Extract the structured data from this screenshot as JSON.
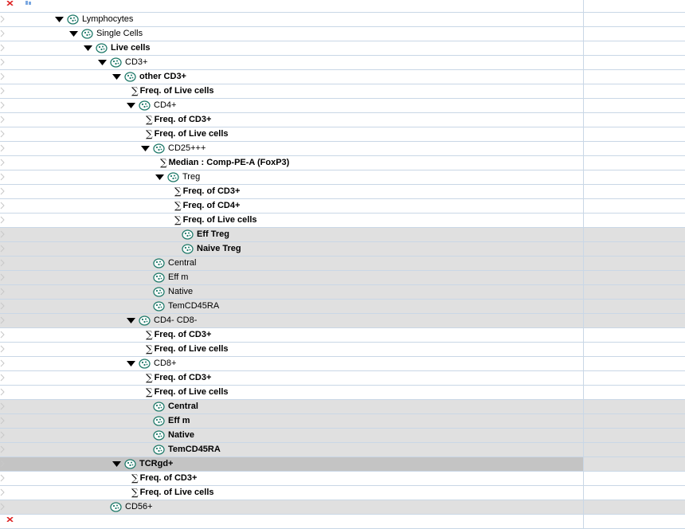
{
  "colors": {
    "row_border": "#c9d7e6",
    "shaded_row": "#e0e0e0",
    "selected_row": "#c4c4c4",
    "gate_icon": "#1f7a6a"
  },
  "tree": {
    "nodes": [
      {
        "label": "Lymphocytes",
        "kind": "gate",
        "depth": 0,
        "expanded": true,
        "bold": false,
        "shaded": false
      },
      {
        "label": "Single Cells",
        "kind": "gate",
        "depth": 1,
        "expanded": true,
        "bold": false,
        "shaded": false
      },
      {
        "label": "Live cells",
        "kind": "gate",
        "depth": 2,
        "expanded": true,
        "bold": true,
        "shaded": false
      },
      {
        "label": "CD3+",
        "kind": "gate",
        "depth": 3,
        "expanded": true,
        "bold": false,
        "shaded": false
      },
      {
        "label": "other CD3+",
        "kind": "gate",
        "depth": 4,
        "expanded": true,
        "bold": true,
        "shaded": false
      },
      {
        "label": "Freq. of Live cells",
        "kind": "stat",
        "depth": 5,
        "bold": true,
        "shaded": false
      },
      {
        "label": "CD4+",
        "kind": "gate",
        "depth": 5,
        "expanded": true,
        "bold": false,
        "shaded": false
      },
      {
        "label": "Freq. of CD3+",
        "kind": "stat",
        "depth": 6,
        "bold": true,
        "shaded": false
      },
      {
        "label": "Freq. of Live cells",
        "kind": "stat",
        "depth": 6,
        "bold": true,
        "shaded": false
      },
      {
        "label": "CD25+++",
        "kind": "gate",
        "depth": 6,
        "expanded": true,
        "bold": false,
        "shaded": false
      },
      {
        "label": "Median : Comp-PE-A (FoxP3)",
        "kind": "stat",
        "depth": 7,
        "bold": true,
        "shaded": false
      },
      {
        "label": "Treg",
        "kind": "gate",
        "depth": 7,
        "expanded": true,
        "bold": false,
        "shaded": false
      },
      {
        "label": "Freq. of CD3+",
        "kind": "stat",
        "depth": 8,
        "bold": true,
        "shaded": false
      },
      {
        "label": "Freq. of CD4+",
        "kind": "stat",
        "depth": 8,
        "bold": true,
        "shaded": false
      },
      {
        "label": "Freq. of Live cells",
        "kind": "stat",
        "depth": 8,
        "bold": true,
        "shaded": false
      },
      {
        "label": "Eff Treg",
        "kind": "gate",
        "depth": 8,
        "bold": true,
        "shaded": true
      },
      {
        "label": "Naive Treg",
        "kind": "gate",
        "depth": 8,
        "bold": true,
        "shaded": true
      },
      {
        "label": "Central",
        "kind": "gate",
        "depth": 6,
        "bold": false,
        "shaded": true
      },
      {
        "label": "Eff m",
        "kind": "gate",
        "depth": 6,
        "bold": false,
        "shaded": true
      },
      {
        "label": "Native",
        "kind": "gate",
        "depth": 6,
        "bold": false,
        "shaded": true
      },
      {
        "label": "TemCD45RA",
        "kind": "gate",
        "depth": 6,
        "bold": false,
        "shaded": true
      },
      {
        "label": "CD4- CD8-",
        "kind": "gate",
        "depth": 5,
        "expanded": true,
        "bold": false,
        "shaded": true
      },
      {
        "label": "Freq. of CD3+",
        "kind": "stat",
        "depth": 6,
        "bold": true,
        "shaded": false
      },
      {
        "label": "Freq. of Live cells",
        "kind": "stat",
        "depth": 6,
        "bold": true,
        "shaded": false
      },
      {
        "label": "CD8+",
        "kind": "gate",
        "depth": 5,
        "expanded": true,
        "bold": false,
        "shaded": false
      },
      {
        "label": "Freq. of CD3+",
        "kind": "stat",
        "depth": 6,
        "bold": true,
        "shaded": false
      },
      {
        "label": "Freq. of Live cells",
        "kind": "stat",
        "depth": 6,
        "bold": true,
        "shaded": false
      },
      {
        "label": "Central",
        "kind": "gate",
        "depth": 6,
        "bold": true,
        "shaded": true
      },
      {
        "label": "Eff m",
        "kind": "gate",
        "depth": 6,
        "bold": true,
        "shaded": true
      },
      {
        "label": "Native",
        "kind": "gate",
        "depth": 6,
        "bold": true,
        "shaded": true
      },
      {
        "label": "TemCD45RA",
        "kind": "gate",
        "depth": 6,
        "bold": true,
        "shaded": true
      },
      {
        "label": "TCRgd+",
        "kind": "gate",
        "depth": 4,
        "expanded": true,
        "bold": true,
        "selected": true
      },
      {
        "label": "Freq. of CD3+",
        "kind": "stat",
        "depth": 5,
        "bold": true,
        "shaded": false
      },
      {
        "label": "Freq. of Live cells",
        "kind": "stat",
        "depth": 5,
        "bold": true,
        "shaded": false
      },
      {
        "label": "CD56+",
        "kind": "gate",
        "depth": 3,
        "bold": false,
        "shaded": true
      }
    ]
  }
}
